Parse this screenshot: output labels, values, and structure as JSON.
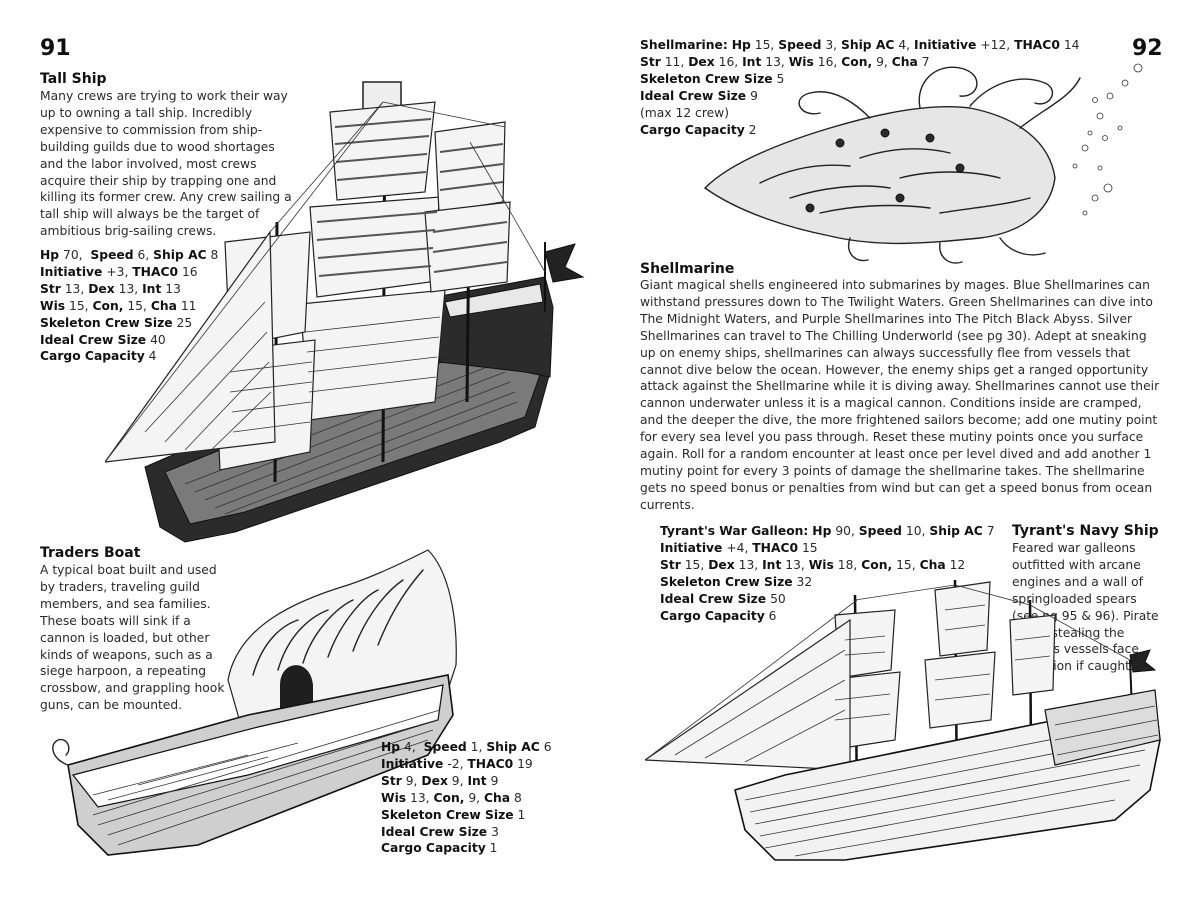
{
  "left_page": {
    "page_number": "91",
    "tall_ship": {
      "title": "Tall Ship",
      "description": "Many crews are trying to work their way up to owning a tall ship. Incredibly expensive to commission from ship-building guilds due to wood shortages and the labor involved, most crews acquire their ship by trapping one and killing its former crew. Any crew sailing a tall ship will always be the target of ambitious brig-sailing crews.",
      "stats": {
        "hp_label": "Hp",
        "hp": "70,",
        "speed_label": "Speed",
        "speed": "6,",
        "ship_ac_label": "Ship AC",
        "ship_ac": "8",
        "initiative_label": "Initiative",
        "initiative": "+3,",
        "thac0_label": "THAC0",
        "thac0": "16",
        "str_label": "Str",
        "str": "13,",
        "dex_label": "Dex",
        "dex": "13,",
        "int_label": "Int",
        "int": "13",
        "wis_label": "Wis",
        "wis": "15,",
        "con_label": "Con,",
        "con": "15,",
        "cha_label": "Cha",
        "cha": "11",
        "skeleton_label": "Skeleton Crew Size",
        "skeleton": "25",
        "ideal_label": "Ideal Crew Size",
        "ideal": "40",
        "cargo_label": "Cargo Capacity",
        "cargo": "4"
      },
      "illustration_icon": "tall-ship-illustration"
    },
    "traders_boat": {
      "title": "Traders Boat",
      "description": "A typical boat built and used by traders, traveling guild members, and sea families. These boats will sink if a cannon is loaded, but other kinds of weapons, such as a siege harpoon, a repeating crossbow, and grappling hook guns, can be mounted.",
      "stats": {
        "hp_label": "Hp",
        "hp": "4,",
        "speed_label": "Speed",
        "speed": "1,",
        "ship_ac_label": "Ship AC",
        "ship_ac": "6",
        "initiative_label": "Initiative",
        "initiative": "-2,",
        "thac0_label": "THAC0",
        "thac0": "19",
        "str_label": "Str",
        "str": "9,",
        "dex_label": "Dex",
        "dex": "9,",
        "int_label": "Int",
        "int": "9",
        "wis_label": "Wis",
        "wis": "13,",
        "con_label": "Con,",
        "con": "9,",
        "cha_label": "Cha",
        "cha": "8",
        "skeleton_label": "Skeleton Crew Size",
        "skeleton": "1",
        "ideal_label": "Ideal Crew Size",
        "ideal": "3",
        "cargo_label": "Cargo Capacity",
        "cargo": "1"
      },
      "illustration_icon": "traders-boat-illustration"
    }
  },
  "right_page": {
    "page_number": "92",
    "shellmarine": {
      "title": "Shellmarine",
      "stats": {
        "name_label": "Shellmarine:",
        "hp_label": "Hp",
        "hp": "15,",
        "speed_label": "Speed",
        "speed": "3,",
        "ship_ac_label": "Ship AC",
        "ship_ac": "4,",
        "initiative_label": "Initiative",
        "initiative": "+12,",
        "thac0_label": "THAC0",
        "thac0": "14",
        "str_label": "Str",
        "str": "11,",
        "dex_label": "Dex",
        "dex": "16,",
        "int_label": "Int",
        "int": "13,",
        "wis_label": "Wis",
        "wis": "16,",
        "con_label": "Con,",
        "con": "9,",
        "cha_label": "Cha",
        "cha": "7",
        "skeleton_label": "Skeleton Crew Size",
        "skeleton": "5",
        "ideal_label": "Ideal Crew Size",
        "ideal": "9",
        "ideal_note": "(max 12 crew)",
        "cargo_label": "Cargo Capacity",
        "cargo": "2"
      },
      "description": "Giant magical shells engineered into submarines by mages. Blue Shellmarines can withstand pressures down to The Twilight Waters. Green Shellmarines can dive into The Midnight Waters, and Purple Shellmarines into The Pitch Black Abyss. Silver Shellmarines can travel to The Chilling Underworld (see pg 30). Adept at sneaking up on enemy ships, shellmarines can always successfully flee from vessels that cannot dive below the ocean. However, the enemy ships get a ranged opportunity attack against the Shellmarine while it is diving away. Shellmarines cannot use their cannon underwater unless it is a magical cannon. Conditions inside are cramped, and the deeper the dive, the more frightened sailors become; add one mutiny point for every sea level you pass through. Reset these mutiny points once you surface again. Roll for a random encounter at least once per level dived and add another 1 mutiny point for every 3 points of damage the shellmarine takes. The shellmarine gets no speed bonus or penalties from wind but can get a speed bonus from ocean currents.",
      "illustration_icon": "shellmarine-illustration"
    },
    "tyrants_navy_ship": {
      "title": "Tyrant's Navy Ship",
      "description": "Feared war galleons outfitted with arcane engines and a wall of springloaded spears (see pg 95 & 96). Pirate crews stealing the Tyrant's vessels face execution if caught.",
      "stats": {
        "name_label": "Tyrant's War Galleon:",
        "hp_label": "Hp",
        "hp": "90,",
        "speed_label": "Speed",
        "speed": "10,",
        "ship_ac_label": "Ship AC",
        "ship_ac": "7",
        "initiative_label": "Initiative",
        "initiative": "+4,",
        "thac0_label": "THAC0",
        "thac0": "15",
        "str_label": "Str",
        "str": "15,",
        "dex_label": "Dex",
        "dex": "13,",
        "int_label": "Int",
        "int": "13,",
        "wis_label": "Wis",
        "wis": "18,",
        "con_label": "Con,",
        "con": "15,",
        "cha_label": "Cha",
        "cha": "12",
        "skeleton_label": "Skeleton Crew Size",
        "skeleton": "32",
        "ideal_label": "Ideal Crew Size",
        "ideal": "50",
        "cargo_label": "Cargo Capacity",
        "cargo": "6"
      },
      "illustration_icon": "war-galleon-illustration"
    }
  }
}
